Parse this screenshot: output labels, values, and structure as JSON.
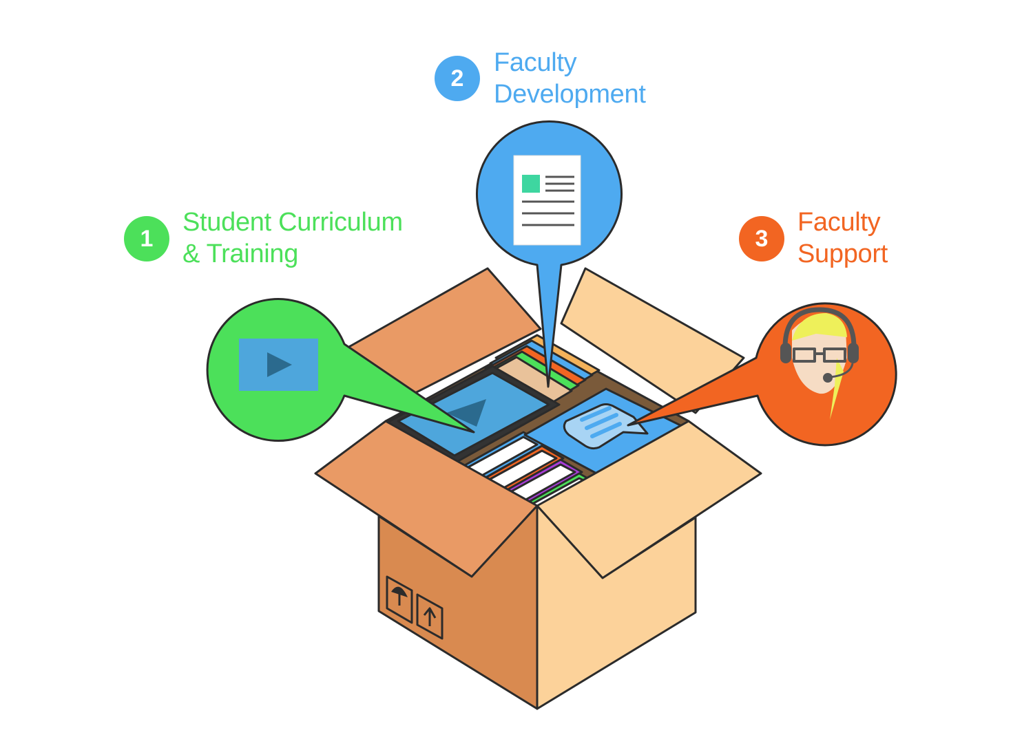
{
  "colors": {
    "green": "#4ce05a",
    "blue": "#4eaaf0",
    "orange": "#f26522",
    "box_left": "#d98a50",
    "box_right": "#fcd29a",
    "flap_left": "#e99a65",
    "outline": "#2b2b2b"
  },
  "items": [
    {
      "number": "1",
      "line1": "Student Curriculum",
      "line2": "& Training",
      "icon": "video-play-icon"
    },
    {
      "number": "2",
      "line1": "Faculty",
      "line2": "Development",
      "icon": "document-icon"
    },
    {
      "number": "3",
      "line1": "Faculty",
      "line2": "Support",
      "icon": "support-agent-headset-icon"
    }
  ],
  "box": {
    "contents": [
      "tablet",
      "file-folders",
      "binders",
      "book-with-chat-bubble"
    ],
    "handling_symbols": [
      "keep-dry-umbrella-icon",
      "this-side-up-arrow-icon"
    ]
  }
}
